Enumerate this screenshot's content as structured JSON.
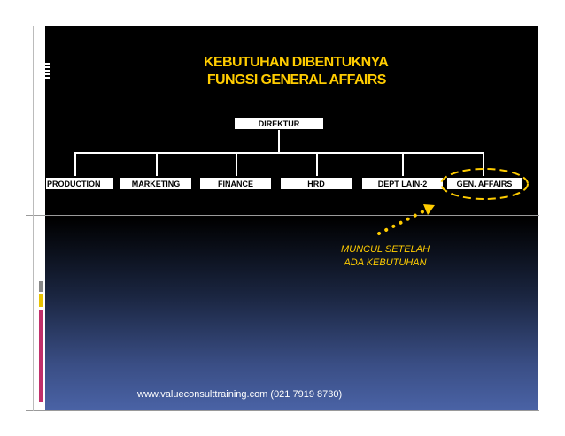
{
  "title": "KEBUTUHAN DIBENTUKNYA\n FUNGSI GENERAL AFFAIRS",
  "org_chart": {
    "root": "DIREKTUR",
    "children": [
      "PRODUCTION",
      "MARKETING",
      "FINANCE",
      "HRD",
      "DEPT LAIN-2",
      "GEN. AFFAIRS"
    ]
  },
  "annotation": "MUNCUL SETELAH\nADA KEBUTUHAN",
  "footer": "www.valueconsulttraining.com (021 7919 8730)",
  "colors": {
    "background": "#000000",
    "title": "#ffcc00",
    "highlight_box": "#ffcc00",
    "highlight_text": "#ffcc00"
  }
}
